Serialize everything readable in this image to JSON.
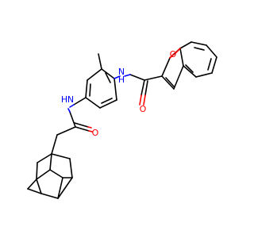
{
  "molecule": {
    "colors": {
      "carbon_bond": "#000000",
      "nitrogen": "#0000ff",
      "oxygen": "#ff0000",
      "background": "#ffffff"
    },
    "labels": {
      "oxygen_ring": "O",
      "nh_top": "N",
      "h_top": "H",
      "nh_left": "N",
      "h_left": "H",
      "oxygen_amide_right": "O",
      "oxygen_amide_left": "O"
    }
  }
}
